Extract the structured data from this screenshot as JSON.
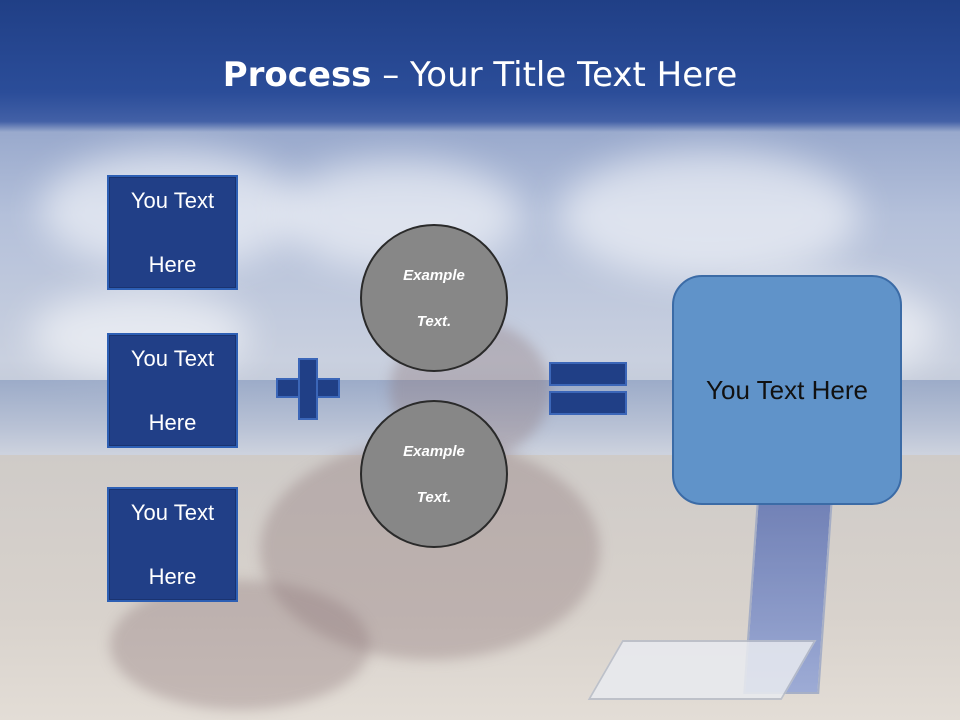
{
  "title": {
    "bold": "Process",
    "rest": " – Your Title Text Here"
  },
  "left_boxes": [
    {
      "line1": "You Text",
      "line2": "Here"
    },
    {
      "line1": "You Text",
      "line2": "Here"
    },
    {
      "line1": "You Text",
      "line2": "Here"
    }
  ],
  "circles": [
    {
      "line1": "Example",
      "line2": "Text."
    },
    {
      "line1": "Example",
      "line2": "Text."
    }
  ],
  "result": {
    "text": "You Text Here"
  },
  "colors": {
    "title_bar": "#203f86",
    "box_fill": "#213f87",
    "circle_fill": "#878787",
    "result_fill": "#6093c9"
  },
  "icons": {
    "operator_1": "plus-icon",
    "operator_2": "equals-icon"
  }
}
